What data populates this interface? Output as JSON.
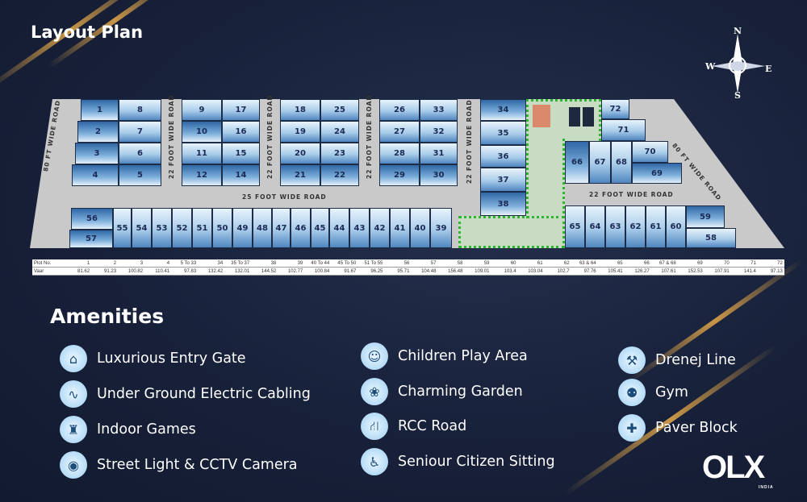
{
  "title": "Layout Plan",
  "compass": {
    "n": "N",
    "s": "S",
    "e": "E",
    "w": "W"
  },
  "roads": {
    "road80_left": "80 FT WIDE ROAD",
    "road80_right": "80 FT WIDE ROAD",
    "road25": "25 FOOT WIDE ROAD",
    "road22_a": "22 FOOT WIDE ROAD",
    "road22_b": "22 FOOT WIDE ROAD",
    "road22_c": "22 FOOT WIDE ROAD",
    "road22_d": "22 FOOT WIDE ROAD",
    "road22_e": "22 FOOT WIDE ROAD"
  },
  "plots": [
    "1",
    "2",
    "3",
    "4",
    "8",
    "7",
    "6",
    "5",
    "9",
    "10",
    "11",
    "12",
    "17",
    "16",
    "15",
    "14",
    "18",
    "19",
    "20",
    "21",
    "25",
    "24",
    "23",
    "22",
    "26",
    "27",
    "28",
    "29",
    "33",
    "32",
    "31",
    "30",
    "34",
    "35",
    "36",
    "37",
    "38",
    "56",
    "57",
    "55",
    "54",
    "53",
    "52",
    "51",
    "50",
    "49",
    "48",
    "47",
    "46",
    "45",
    "44",
    "43",
    "42",
    "41",
    "40",
    "39",
    "72",
    "71",
    "66",
    "67",
    "68",
    "70",
    "69",
    "65",
    "64",
    "63",
    "62",
    "61",
    "60",
    "59",
    "58"
  ],
  "table": {
    "header_plot": "Plot No.",
    "header_vaar": "Vaar",
    "plot_no": [
      "1",
      "2",
      "3",
      "4",
      "5 To 33",
      "34",
      "35 To 37",
      "38",
      "39",
      "40 To 44",
      "45 To 50",
      "51 To 55",
      "56",
      "57",
      "58",
      "59",
      "60",
      "61",
      "62",
      "63 & 64",
      "65",
      "66",
      "67 & 68",
      "69",
      "70",
      "71",
      "72"
    ],
    "vaar": [
      "81.62",
      "91.23",
      "100.82",
      "110.41",
      "97.83",
      "132.42",
      "132.01",
      "144.52",
      "102.77",
      "100.84",
      "91.67",
      "96.25",
      "95.71",
      "104.48",
      "156.48",
      "109.01",
      "103.4",
      "103.04",
      "102.7",
      "97.76",
      "105.41",
      "126.27",
      "107.61",
      "152.53",
      "107.91",
      "141.4",
      "97.13"
    ]
  },
  "amenities_title": "Amenities",
  "amenities": [
    {
      "label": "Luxurious Entry Gate",
      "icon": "gate-icon",
      "glyph": "⌂"
    },
    {
      "label": "Under Ground Electric Cabling",
      "icon": "cable-icon",
      "glyph": "∿"
    },
    {
      "label": "Indoor Games",
      "icon": "chess-icon",
      "glyph": "♜"
    },
    {
      "label": "Street Light & CCTV Camera",
      "icon": "cctv-icon",
      "glyph": "◉"
    },
    {
      "label": "Children Play Area",
      "icon": "playground-icon",
      "glyph": "☺"
    },
    {
      "label": "Charming Garden",
      "icon": "garden-icon",
      "glyph": "❀"
    },
    {
      "label": "RCC Road",
      "icon": "road-icon",
      "glyph": "⛙"
    },
    {
      "label": "Seniour  Citizen Sitting",
      "icon": "senior-icon",
      "glyph": "♿"
    },
    {
      "label": "Drenej Line",
      "icon": "drain-icon",
      "glyph": "⚒"
    },
    {
      "label": "Gym",
      "icon": "gym-icon",
      "glyph": "⚉"
    },
    {
      "label": "Paver Block",
      "icon": "paver-icon",
      "glyph": "✚"
    }
  ],
  "logo": {
    "text": "OLX",
    "sub": "INDIA"
  }
}
